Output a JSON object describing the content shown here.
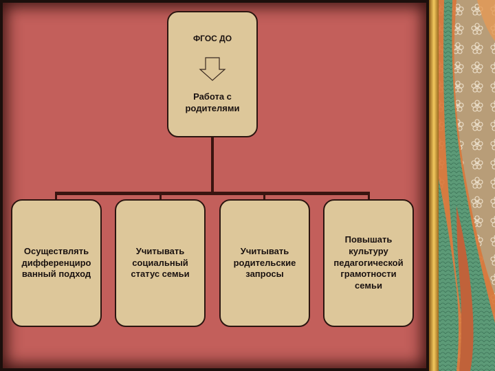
{
  "diagram": {
    "root": {
      "title": "ФГОС ДО",
      "subtitle": "Работа с родителями"
    },
    "children": [
      {
        "label": "Осуществлять дифференциро ванный подход"
      },
      {
        "label": "Учитывать социальный статус семьи"
      },
      {
        "label": "Учитывать родительские запросы"
      },
      {
        "label": "Повышать культуру педагогической грамотности семьи"
      }
    ]
  },
  "colors": {
    "background": "#c35f5b",
    "box_fill": "#ddc79a",
    "box_border": "#2b1510",
    "connector": "#3a1410"
  },
  "decoration": "floral-ornament-panel"
}
